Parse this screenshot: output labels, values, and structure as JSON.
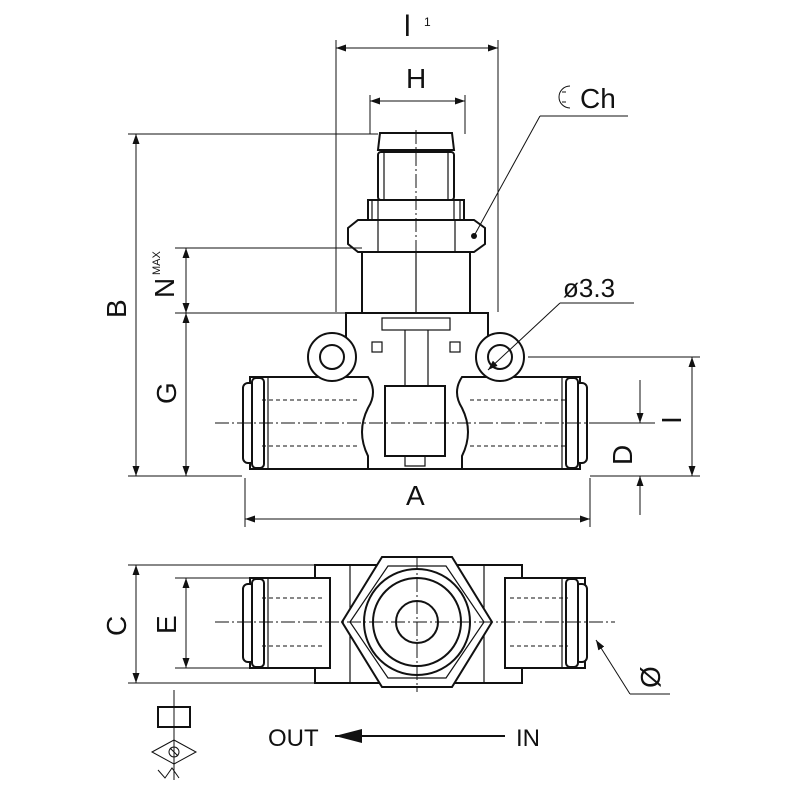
{
  "labels": {
    "l1": "l",
    "l1_sub": "1",
    "h": "H",
    "ch": "Ch",
    "b": "B",
    "n": "N",
    "n_sub": "MAX",
    "g": "G",
    "hole": "ø3.3",
    "i": "I",
    "d": "D",
    "a": "A",
    "c": "C",
    "e": "E",
    "dia": "Ø",
    "out": "OUT",
    "in": "IN"
  },
  "icons": [
    "wrench-icon",
    "flow-control-valve-symbol",
    "flow-arrow-icon"
  ]
}
